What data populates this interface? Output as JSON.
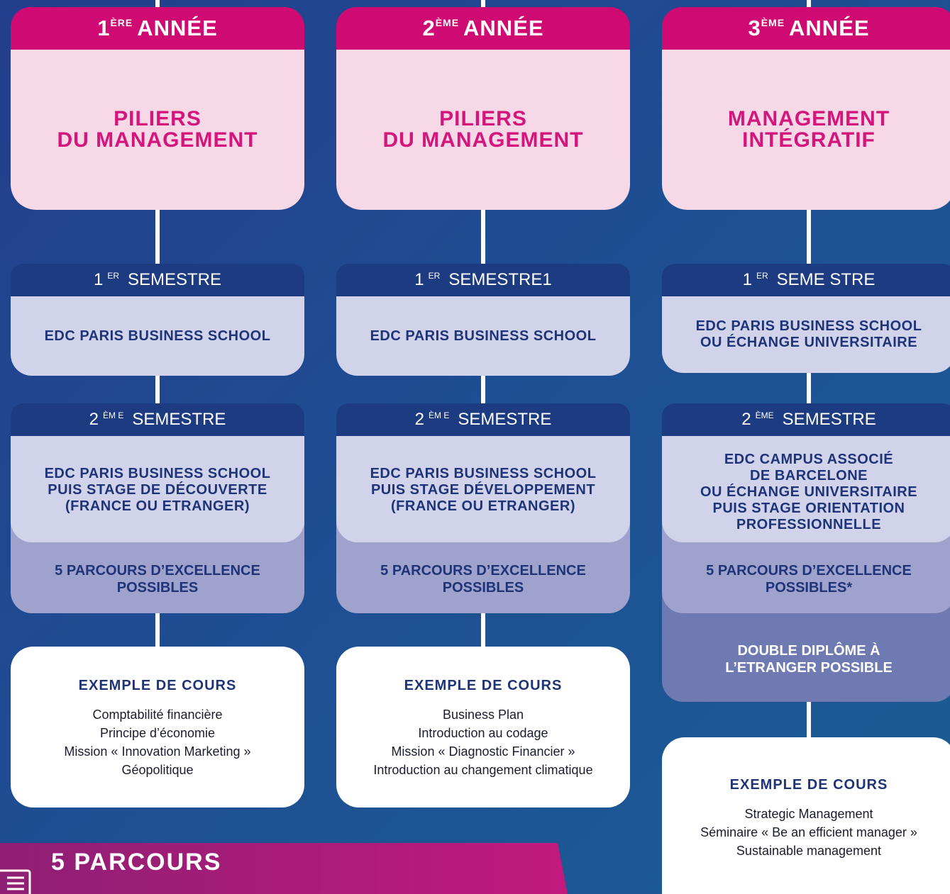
{
  "columns": [
    {
      "year_num": "1",
      "year_sup": "ÈRE",
      "year_word": "ANNÉE",
      "pillar_line1": "PILIERS",
      "pillar_line2": "DU MANAGEMENT",
      "sem1": {
        "num": "1",
        "sup": "ER",
        "word": "SEMESTRE"
      },
      "sem1_text": [
        "EDC PARIS BUSINESS SCHOOL"
      ],
      "sem2": {
        "num": "2",
        "sup": "ÈM E",
        "word": "SEMESTRE"
      },
      "sem2_text": [
        "EDC PARIS BUSINESS SCHOOL",
        "PUIS STAGE DE DÉCOUVERTE",
        "(FRANCE OU ETRANGER)"
      ],
      "parcours": [
        "5 PARCOURS D’EXCELLENCE",
        "POSSIBLES"
      ],
      "cours_title": "EXEMPLE DE COURS",
      "cours": [
        "Comptabilité financière",
        "Principe d’économie",
        "Mission « Innovation Marketing »",
        "Géopolitique"
      ]
    },
    {
      "year_num": "2",
      "year_sup": "ÈME",
      "year_word": "ANNÉE",
      "pillar_line1": "PILIERS",
      "pillar_line2": "DU MANAGEMENT",
      "sem1": {
        "num": "1",
        "sup": "ER",
        "word": "SEMESTRE1"
      },
      "sem1_text": [
        "EDC PARIS BUSINESS SCHOOL"
      ],
      "sem2": {
        "num": "2",
        "sup": "ÈM E",
        "word": "SEMESTRE"
      },
      "sem2_text": [
        "EDC PARIS BUSINESS SCHOOL",
        "PUIS STAGE DÉVELOPPEMENT",
        "(FRANCE OU ETRANGER)"
      ],
      "parcours": [
        "5 PARCOURS D’EXCELLENCE",
        "POSSIBLES"
      ],
      "cours_title": "EXEMPLE DE COURS",
      "cours": [
        "Business Plan",
        "Introduction au codage",
        "Mission « Diagnostic Financier »",
        "Introduction au changement climatique"
      ]
    },
    {
      "year_num": "3",
      "year_sup": "ÈME",
      "year_word": "ANNÉE",
      "pillar_line1": "MANAGEMENT",
      "pillar_line2": "INTÉGRATIF",
      "sem1": {
        "num": "1",
        "sup": "ER",
        "word": "SEME STRE"
      },
      "sem1_text": [
        "EDC PARIS BUSINESS SCHOOL",
        "OU ÉCHANGE UNIVERSITAIRE"
      ],
      "sem2": {
        "num": "2",
        "sup": "ÈME",
        "word": "SEMESTRE"
      },
      "sem2_text": [
        "EDC CAMPUS ASSOCIÉ",
        "DE BARCELONE",
        "OU ÉCHANGE UNIVERSITAIRE",
        "PUIS STAGE ORIENTATION",
        "PROFESSIONNELLE"
      ],
      "parcours": [
        "5 PARCOURS D’EXCELLENCE",
        "POSSIBLES*"
      ],
      "double": [
        "DOUBLE DIPLÔME À",
        "L’ETRANGER POSSIBLE"
      ],
      "cours_title": "EXEMPLE DE COURS",
      "cours": [
        "Strategic Management",
        "Séminaire « Be an efficient manager »",
        "Sustainable management"
      ]
    }
  ],
  "banner": {
    "title": "5 PARCOURS",
    "icon": "list-document-icon"
  },
  "colors": {
    "magenta": "#cf0a72",
    "pink_light": "#f6d8e7",
    "navy": "#1c3b80",
    "lavender": "#d0d3ea",
    "lavender_mid": "#9ea2cc",
    "lavender_dark": "#6f7ab3"
  }
}
